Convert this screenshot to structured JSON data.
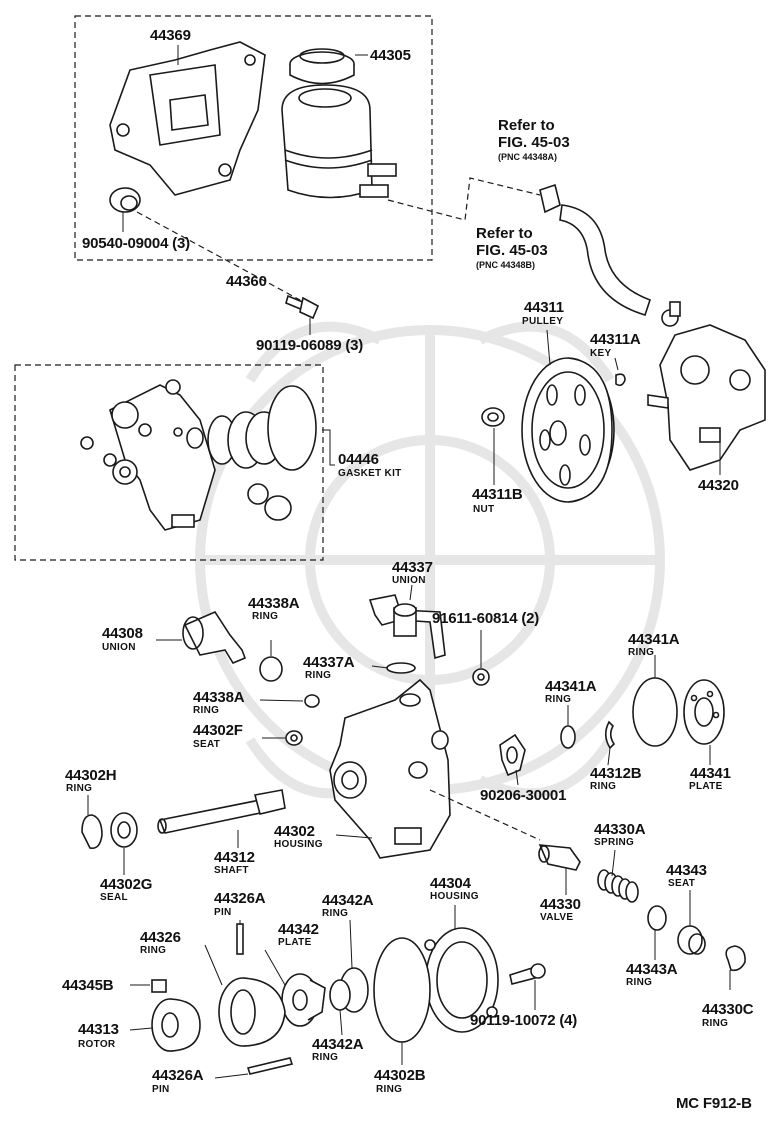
{
  "diagram": {
    "figure_code": "MC F912-B",
    "references": [
      {
        "line1": "Refer to",
        "line2": "FIG. 45-03",
        "pnc": "(PNC 44348A)"
      },
      {
        "line1": "Refer to",
        "line2": "FIG. 45-03",
        "pnc": "(PNC 44348B)"
      }
    ],
    "parts": {
      "p44369": {
        "number": "44369"
      },
      "p44305": {
        "number": "44305"
      },
      "p90540": {
        "number": "90540-09004 (3)"
      },
      "p44360": {
        "number": "44360"
      },
      "p90119a": {
        "number": "90119-06089 (3)"
      },
      "p44311": {
        "number": "44311",
        "desc": "PULLEY"
      },
      "p44311a": {
        "number": "44311A",
        "desc": "KEY"
      },
      "p44311b": {
        "number": "44311B",
        "desc": "NUT"
      },
      "p44320": {
        "number": "44320"
      },
      "p04446": {
        "number": "04446",
        "desc": "GASKET KIT"
      },
      "p44337": {
        "number": "44337",
        "desc": "UNION"
      },
      "p91611": {
        "number": "91611-60814 (2)"
      },
      "p44338a1": {
        "number": "44338A",
        "desc": "RING"
      },
      "p44308": {
        "number": "44308",
        "desc": "UNION"
      },
      "p44337a": {
        "number": "44337A",
        "desc": "RING"
      },
      "p44338a2": {
        "number": "44338A",
        "desc": "RING"
      },
      "p44302f": {
        "number": "44302F",
        "desc": "SEAT"
      },
      "p44341a1": {
        "number": "44341A",
        "desc": "RING"
      },
      "p44341a2": {
        "number": "44341A",
        "desc": "RING"
      },
      "p44341": {
        "number": "44341",
        "desc": "PLATE"
      },
      "p44312b": {
        "number": "44312B",
        "desc": "RING"
      },
      "p90206": {
        "number": "90206-30001"
      },
      "p44302h": {
        "number": "44302H",
        "desc": "RING"
      },
      "p44302g": {
        "number": "44302G",
        "desc": "SEAL"
      },
      "p44312": {
        "number": "44312",
        "desc": "SHAFT"
      },
      "p44302": {
        "number": "44302",
        "desc": "HOUSING"
      },
      "p44330a": {
        "number": "44330A",
        "desc": "SPRING"
      },
      "p44330": {
        "number": "44330",
        "desc": "VALVE"
      },
      "p44343": {
        "number": "44343",
        "desc": "SEAT"
      },
      "p44343a": {
        "number": "44343A",
        "desc": "RING"
      },
      "p44330c": {
        "number": "44330C",
        "desc": "RING"
      },
      "p44304": {
        "number": "44304",
        "desc": "HOUSING"
      },
      "p44326a1": {
        "number": "44326A",
        "desc": "PIN"
      },
      "p44326": {
        "number": "44326",
        "desc": "RING"
      },
      "p44342": {
        "number": "44342",
        "desc": "PLATE"
      },
      "p44342a1": {
        "number": "44342A",
        "desc": "RING"
      },
      "p44342a2": {
        "number": "44342A",
        "desc": "RING"
      },
      "p44345b": {
        "number": "44345B"
      },
      "p44313": {
        "number": "44313",
        "desc": "ROTOR"
      },
      "p44326a2": {
        "number": "44326A",
        "desc": "PIN"
      },
      "p44302b": {
        "number": "44302B",
        "desc": "RING"
      },
      "p90119b": {
        "number": "90119-10072 (4)"
      }
    }
  }
}
